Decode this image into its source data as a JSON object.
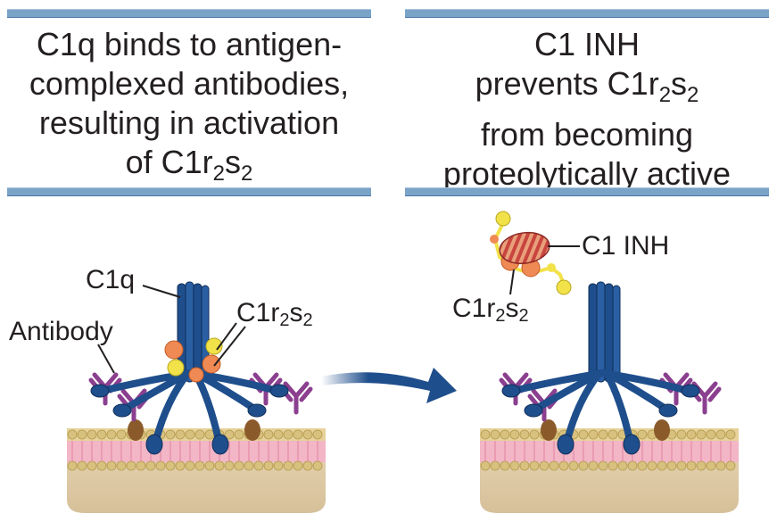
{
  "panels": [
    {
      "title_lines": [
        "C1q binds to antigen-",
        "complexed antibodies,",
        "resulting in activation"
      ],
      "title_last": {
        "prefix": "of C1r",
        "sub1": "2",
        "mid": "s",
        "sub2": "2"
      },
      "labels": {
        "c1q": "C1q",
        "antibody": "Antibody",
        "c1rs": {
          "base": "C1r",
          "s1": "2",
          "mid": "s",
          "s2": "2"
        }
      }
    },
    {
      "title_lines": [
        "C1 INH"
      ],
      "title_mid": {
        "prefix": "prevents C1r",
        "sub1": "2",
        "mid": "s",
        "sub2": "2"
      },
      "title_rest": [
        "from becoming",
        "proteolytically active"
      ],
      "labels": {
        "c1inh": "C1 INH",
        "c1rs": {
          "base": "C1r",
          "s1": "2",
          "mid": "s",
          "s2": "2"
        }
      }
    }
  ],
  "colors": {
    "header_bar": "#7aa3c8",
    "c1q": "#1f4e8c",
    "antibody": "#8b3f8f",
    "c1r": "#f08a55",
    "c1s": "#f2e24a",
    "membrane_pink": "#f2b6c6",
    "lipid_head": "#d8c17e",
    "arrow": "#1f4e8c"
  }
}
